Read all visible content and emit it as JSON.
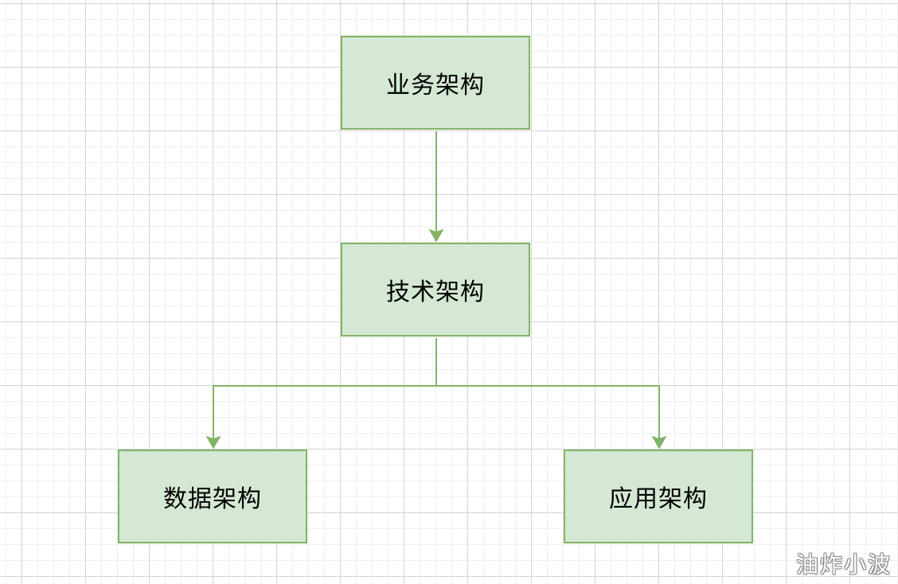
{
  "colors": {
    "node_fill": "#d5e8d4",
    "node_border": "#82b366",
    "connector": "#82b366",
    "grid_major": "#d4d4d4",
    "grid_minor": "#eeeeee"
  },
  "nodes": {
    "business": {
      "label": "业务架构"
    },
    "technical": {
      "label": "技术架构"
    },
    "data": {
      "label": "数据架构"
    },
    "application": {
      "label": "应用架构"
    }
  },
  "edges": [
    {
      "from": "business",
      "to": "technical"
    },
    {
      "from": "technical",
      "to": "data"
    },
    {
      "from": "technical",
      "to": "application"
    }
  ],
  "watermark": {
    "text": "油炸小波"
  }
}
